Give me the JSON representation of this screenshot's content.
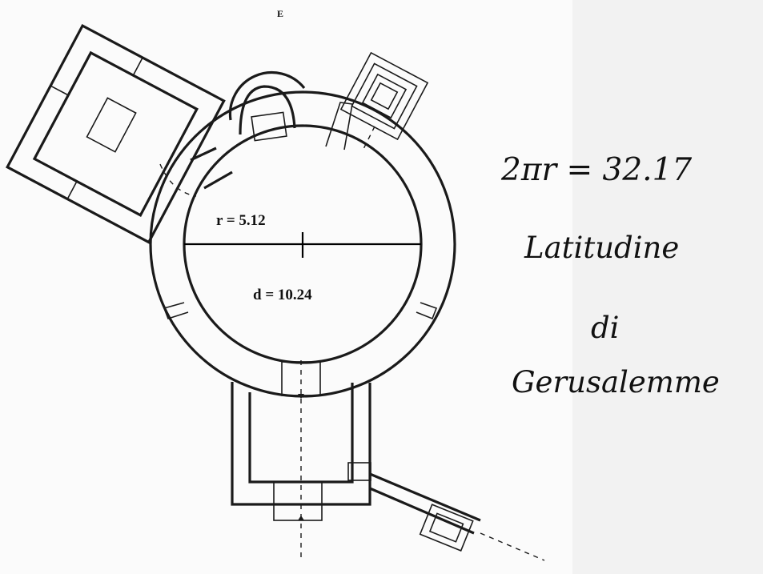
{
  "compass_label": "E",
  "radius_label": "r = 5.12",
  "diameter_label": "d = 10.24",
  "circumference_label": "2πr = 32.17",
  "caption": {
    "line1": "Latitudine",
    "line2": "di",
    "line3": "Gerusalemme"
  },
  "colors": {
    "ink": "#1a1a1a",
    "paper": "#fbfbfb",
    "background": "#f2f2f2"
  }
}
